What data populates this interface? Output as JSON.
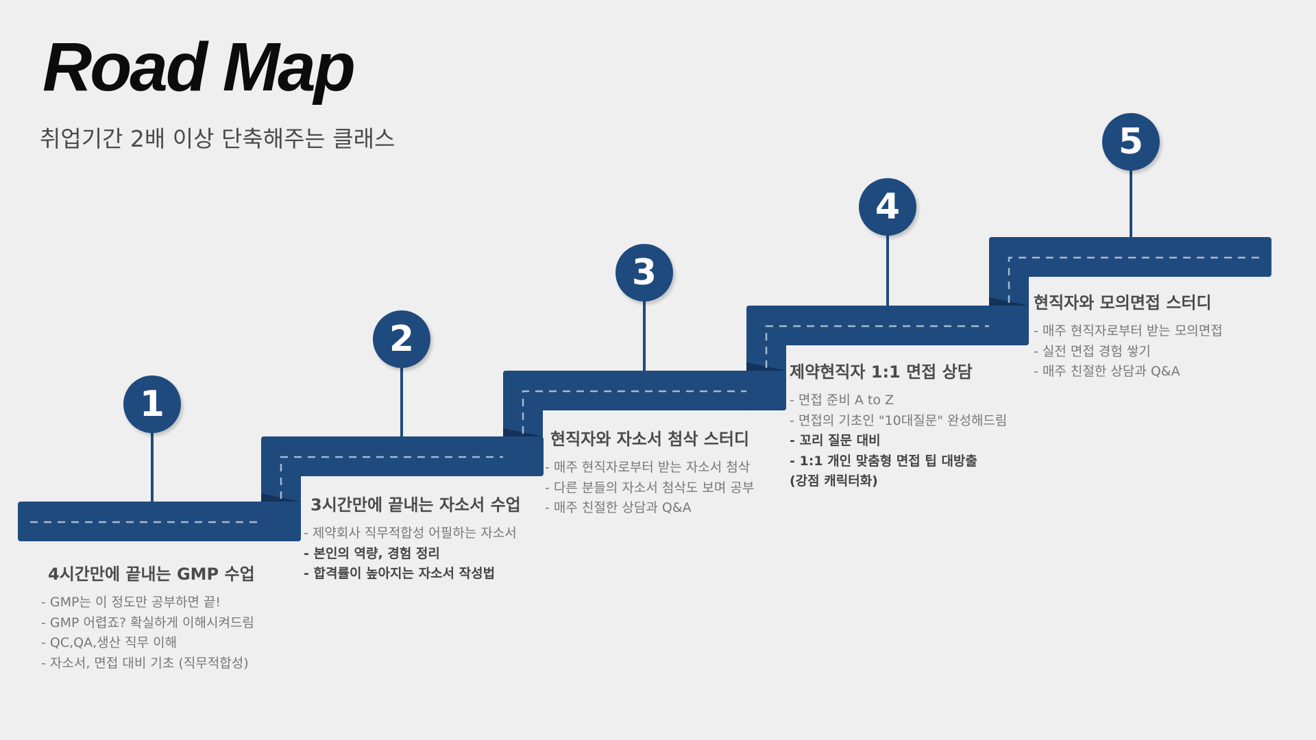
{
  "header": {
    "title": "Road Map",
    "subtitle": "취업기간 2배 이상 단축해주는 클래스"
  },
  "colors": {
    "road": "#1f4a7e",
    "road_shadow": "#14325a",
    "dash": "#a9b9cf",
    "background": "#efefef"
  },
  "steps": [
    {
      "number": "1",
      "title": "4시간만에 끝내는 GMP 수업",
      "items": [
        {
          "text": "- GMP는 이 정도만 공부하면 끝!",
          "bold": false
        },
        {
          "text": "- GMP 어렵죠? 확실하게 이해시켜드림",
          "bold": false
        },
        {
          "text": "- QC,QA,생산 직무 이해",
          "bold": false
        },
        {
          "text": "- 자소서, 면접 대비 기초 (직무적합성)",
          "bold": false
        }
      ]
    },
    {
      "number": "2",
      "title": "3시간만에 끝내는 자소서 수업",
      "items": [
        {
          "text": "- 제약회사 직무적합성 어필하는 자소서",
          "bold": false
        },
        {
          "text": "- 본인의 역량, 경험 정리",
          "bold": true
        },
        {
          "text": "- 합격률이 높아지는 자소서 작성법",
          "bold": true
        }
      ]
    },
    {
      "number": "3",
      "title": "현직자와 자소서 첨삭 스터디",
      "items": [
        {
          "text": "- 매주 현직자로부터 받는 자소서 첨삭",
          "bold": false
        },
        {
          "text": "- 다른 분들의 자소서 첨삭도 보며 공부",
          "bold": false
        },
        {
          "text": "- 매주 친절한 상담과 Q&A",
          "bold": false
        }
      ]
    },
    {
      "number": "4",
      "title": "제약현직자 1:1 면접 상담",
      "items": [
        {
          "text": "- 면접 준비 A to Z",
          "bold": false
        },
        {
          "text": "- 면접의 기초인 \"10대질문\" 완성해드림",
          "bold": false
        },
        {
          "text": "- 꼬리 질문 대비",
          "bold": true
        },
        {
          "text": "- 1:1 개인 맞춤형 면접 팁 대방출",
          "bold": true
        },
        {
          "text": "(강점 캐릭터화)",
          "bold": true
        }
      ]
    },
    {
      "number": "5",
      "title": "현직자와 모의면접 스터디",
      "items": [
        {
          "text": "- 매주 현직자로부터 받는 모의면접",
          "bold": false
        },
        {
          "text": "- 실전 면접 경험 쌓기",
          "bold": false
        },
        {
          "text": "- 매주 친절한 상담과 Q&A",
          "bold": false
        }
      ]
    }
  ]
}
